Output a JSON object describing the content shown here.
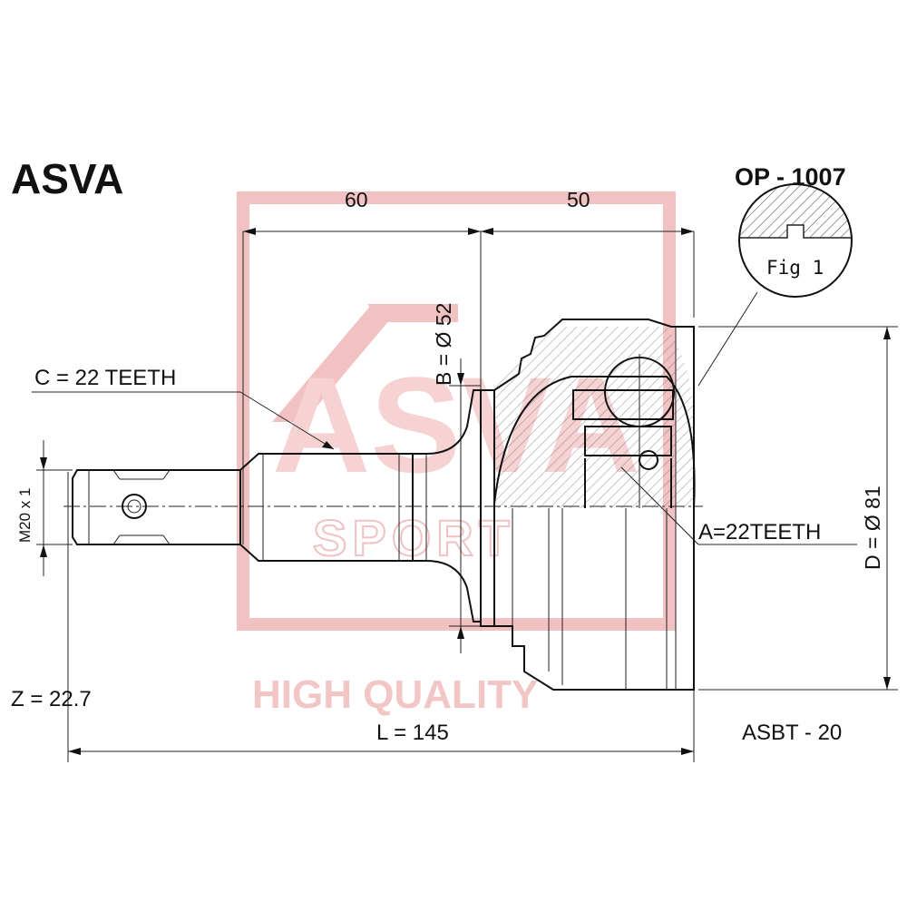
{
  "brand": "ASVA",
  "part_number": "OP - 1007",
  "series_code": "ASBT - 20",
  "figure_label": "Fig 1",
  "watermark": {
    "letters": "ASVA",
    "sport": "SPORT",
    "tagline": "HIGH QUALITY",
    "color": "#f2c2c2"
  },
  "dimensions": {
    "shaft_segment": "60",
    "cup_segment": "50",
    "overall_length": "L = 145",
    "z_value": "Z = 22.7",
    "thread": "M20 x 1",
    "b_diameter": "B = Ø 52",
    "d_diameter": "D = Ø 81",
    "outer_spline": "C = 22 TEETH",
    "inner_spline": "A=22TEETH"
  }
}
